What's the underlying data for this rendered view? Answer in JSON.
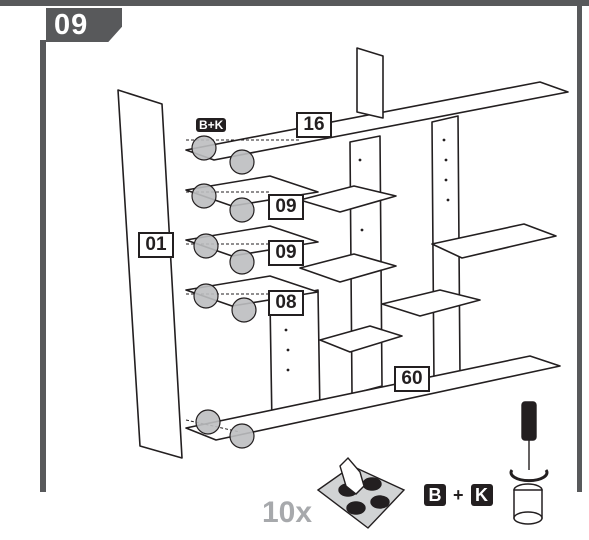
{
  "step": {
    "number": "09"
  },
  "parts": {
    "side_panel": "01",
    "top_shelf": "16",
    "shelf_upper": "09",
    "shelf_middle": "09",
    "shelf_lower": "08",
    "base": "60"
  },
  "fittings": {
    "small_label": "B+K",
    "large_b": "B",
    "large_plus": "+",
    "large_k": "K"
  },
  "pads": {
    "quantity": "10x"
  },
  "colors": {
    "frame": "#58595b",
    "ink": "#231f20",
    "circle_fill": "#bcbec0",
    "quantity_gray": "#a7a9ac"
  }
}
